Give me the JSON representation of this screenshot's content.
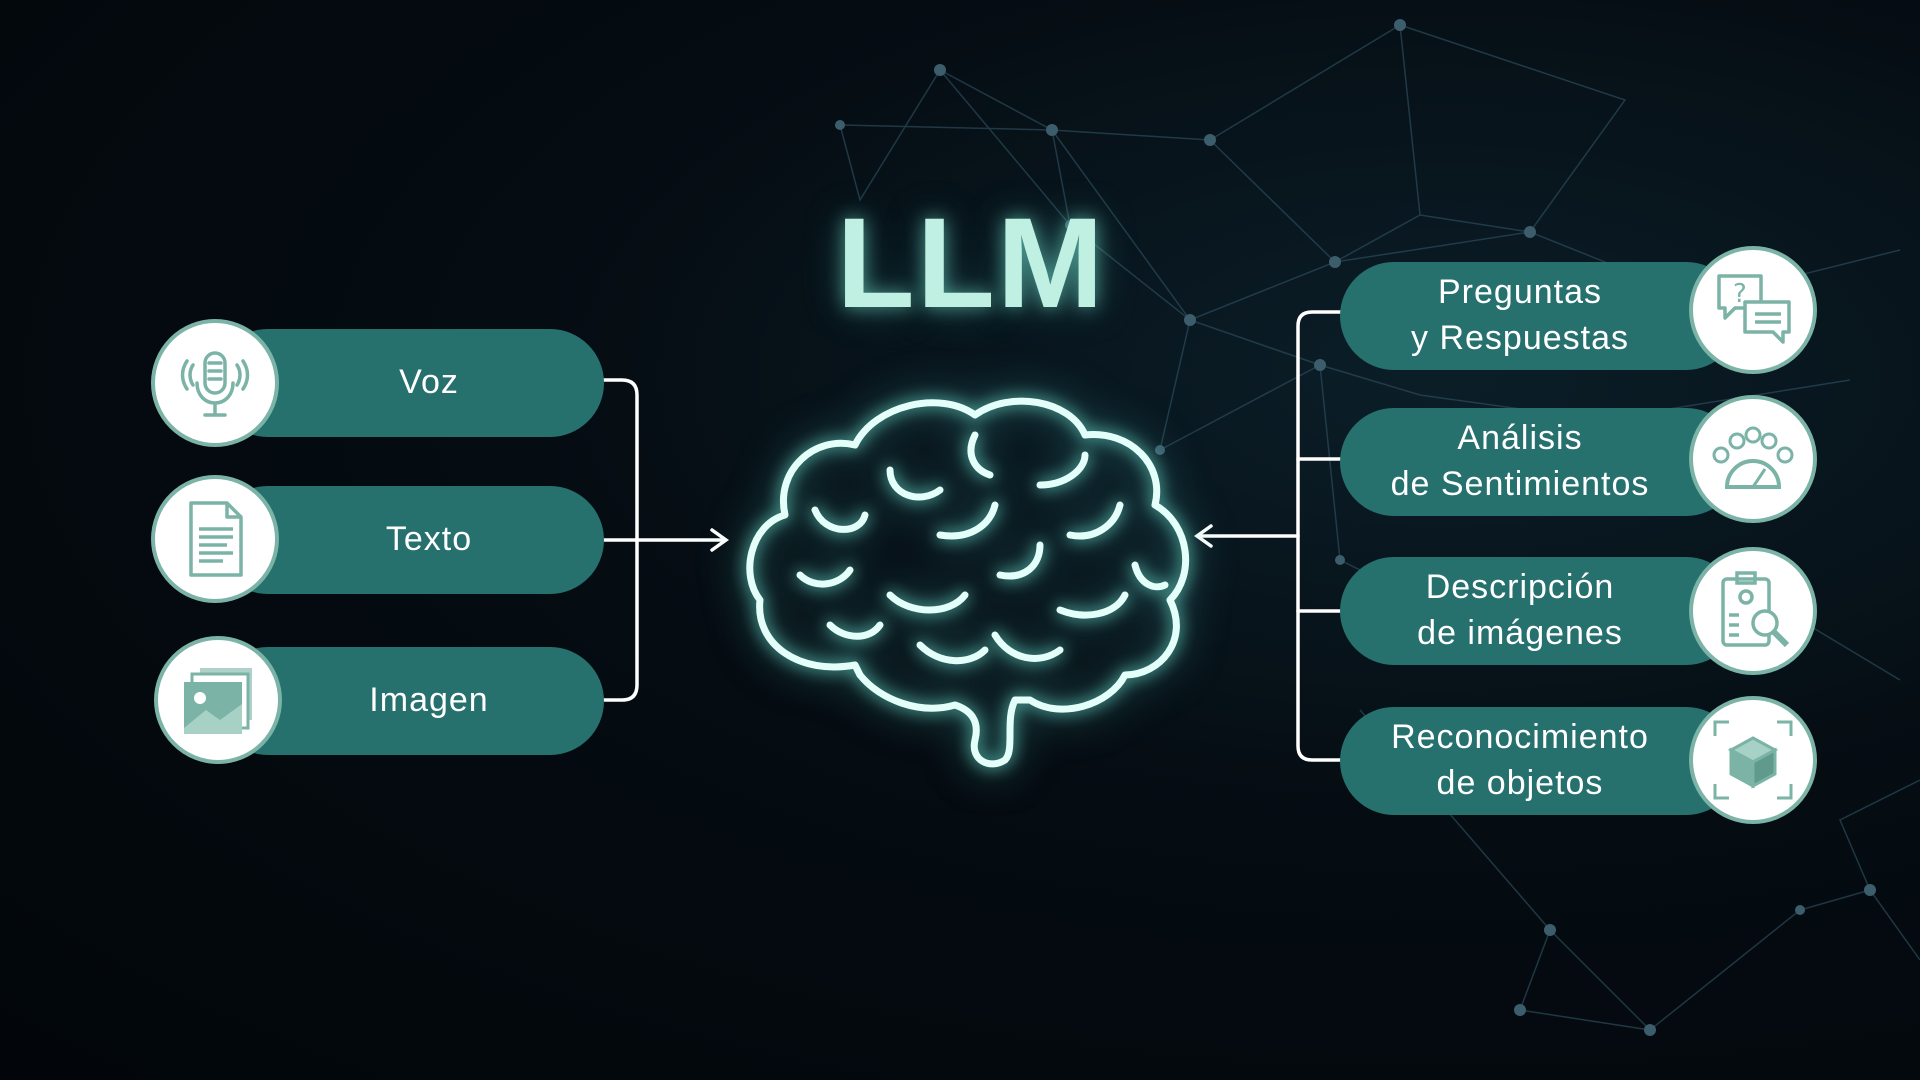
{
  "title": "LLM",
  "inputs": [
    {
      "label": "Voz",
      "icon": "microphone-icon"
    },
    {
      "label": "Texto",
      "icon": "document-icon"
    },
    {
      "label": "Imagen",
      "icon": "image-gallery-icon"
    }
  ],
  "outputs": [
    {
      "label": "Preguntas\ny Respuestas",
      "icon": "chat-question-icon"
    },
    {
      "label": "Análisis\nde Sentimientos",
      "icon": "sentiment-gauge-icon"
    },
    {
      "label": "Descripción\nde imágenes",
      "icon": "clipboard-search-icon"
    },
    {
      "label": "Reconocimiento\nde objetos",
      "icon": "cube-scan-icon"
    }
  ],
  "colors": {
    "pill": "#26706e",
    "icon": "#7bb3a6",
    "glow": "#bff0e2"
  }
}
